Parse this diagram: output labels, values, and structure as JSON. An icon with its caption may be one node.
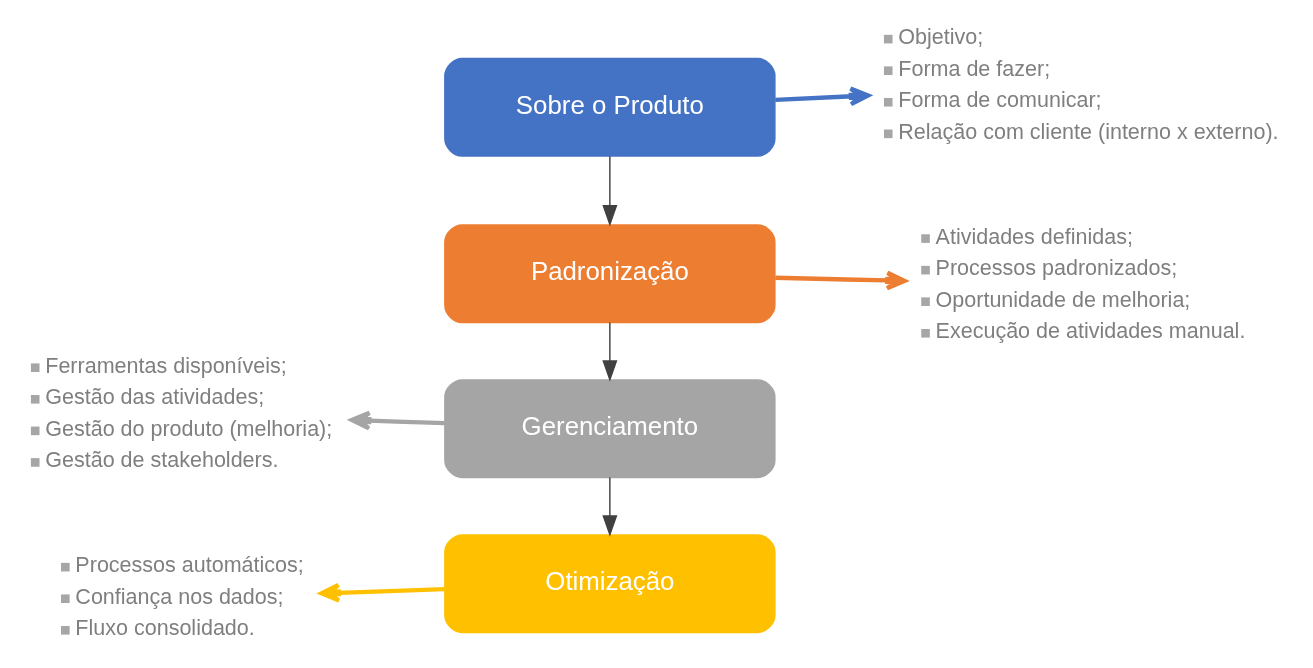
{
  "diagram": {
    "nodes": [
      {
        "text": [
          "Sobre o Produto"
        ]
      },
      {
        "text": [
          "Objetivo;",
          "Forma de fazer;",
          "Forma de comunicar;",
          "Relação com cliente (interno x externo)."
        ]
      },
      {
        "text": [
          "Padronização"
        ]
      },
      {
        "text": [
          "Atividades definidas;",
          "Processos padronizados;",
          "Oportunidade de melhoria;",
          "Execução de atividades manual."
        ]
      },
      {
        "text": [
          "Gerenciamento"
        ]
      },
      {
        "text": [
          "Ferramentas disponíveis;",
          "Gestão das atividades;",
          "Gestão do produto (melhoria);",
          "Gestão de stakeholders."
        ]
      },
      {
        "text": [
          "Otimização"
        ]
      },
      {
        "text": [
          "Processos automáticos;",
          "Confiança nos dados;",
          "Fluxo consolidado."
        ]
      }
    ],
    "edges": [
      {
        "from": 0,
        "to": 1,
        "arrow": "to",
        "color": "#4472c4"
      },
      {
        "from": 0,
        "to": 2,
        "arrow": "to",
        "color": "#404040"
      },
      {
        "from": 2,
        "to": 3,
        "arrow": "to",
        "color": "#ed7d31"
      },
      {
        "from": 2,
        "to": 4,
        "arrow": "to",
        "color": "#404040"
      },
      {
        "from": 4,
        "to": 5,
        "arrow": "to",
        "color": "#a5a5a5"
      },
      {
        "from": 4,
        "to": 6,
        "arrow": "to",
        "color": "#404040"
      },
      {
        "from": 6,
        "to": 7,
        "arrow": "to",
        "color": "#ffc000"
      }
    ]
  }
}
